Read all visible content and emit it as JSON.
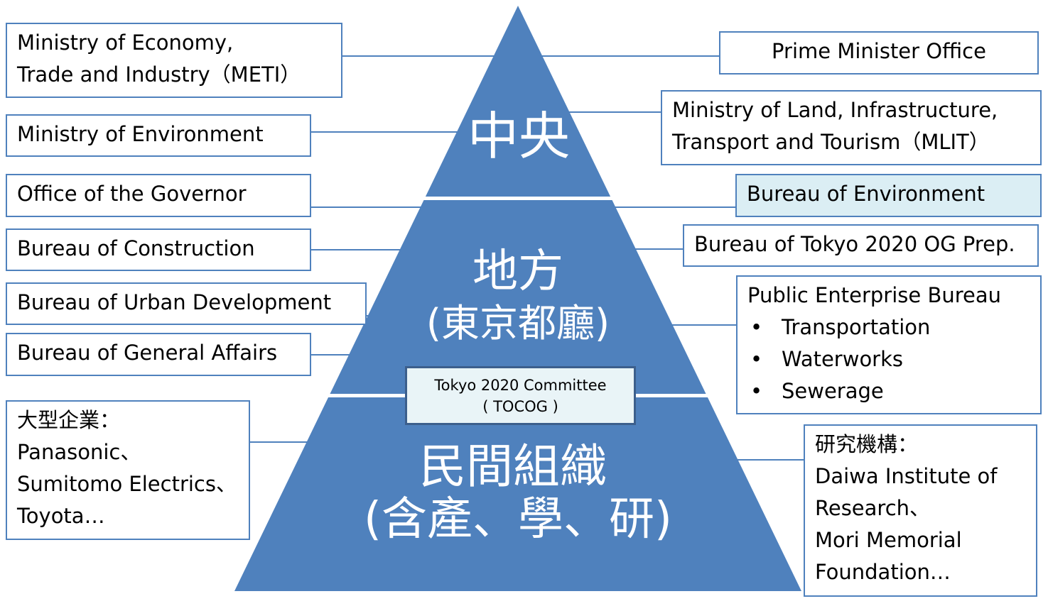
{
  "pyramid": {
    "top": {
      "label": "中央"
    },
    "middle": {
      "label": "地方",
      "sub": "(東京都廳)"
    },
    "bottom": {
      "label": "民間組織",
      "sub": "(含產、學、研)"
    }
  },
  "center_box": {
    "line1": "Tokyo 2020 Committee",
    "line2": "( TOCOG )"
  },
  "left": [
    {
      "lines": [
        "Ministry of Economy,",
        "Trade and Industry（METI）"
      ]
    },
    {
      "lines": [
        "Ministry of Environment"
      ]
    },
    {
      "lines": [
        "Office of the Governor"
      ]
    },
    {
      "lines": [
        "Bureau of Construction"
      ]
    },
    {
      "lines": [
        "Bureau of Urban Development"
      ]
    },
    {
      "lines": [
        "Bureau of General Affairs"
      ]
    },
    {
      "lines": [
        "大型企業：",
        "Panasonic、",
        "Sumitomo Electrics、",
        "Toyota…"
      ]
    }
  ],
  "right": [
    {
      "lines": [
        "Prime Minister Office"
      ]
    },
    {
      "lines": [
        "Ministry of Land, Infrastructure,",
        "Transport and Tourism（MLIT）"
      ]
    },
    {
      "lines": [
        "Bureau of Environment"
      ]
    },
    {
      "lines": [
        "Bureau of Tokyo 2020 OG Prep."
      ]
    },
    {
      "title": "Public Enterprise Bureau",
      "items": [
        "Transportation",
        "Waterworks",
        "Sewerage"
      ]
    },
    {
      "lines": [
        "研究機構：",
        "Daiwa Institute of",
        "Research、",
        "Mori Memorial",
        "Foundation…"
      ]
    }
  ],
  "colors": {
    "pyramid": "#4f81bd",
    "border": "#4f81bd",
    "highlight": "#dbeef4"
  }
}
